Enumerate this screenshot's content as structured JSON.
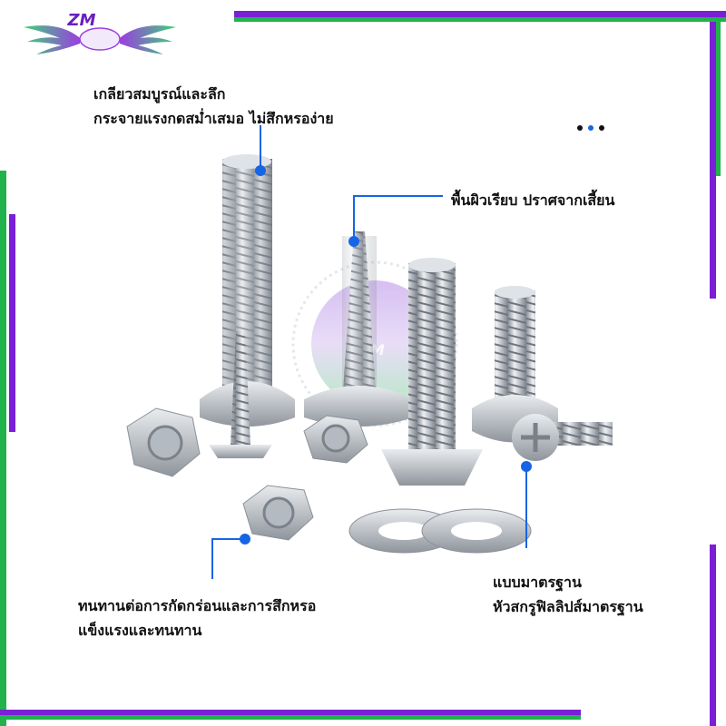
{
  "logo": {
    "text": "ZM"
  },
  "watermark": {
    "text": "ZM"
  },
  "labels": {
    "thread": {
      "line1": "เกลียวสมบูรณ์และลึก",
      "line2": "กระจายแรงกดสม่ำเสมอ ไม่สึกหรอง่าย"
    },
    "surface": {
      "line1": "พื้นผิวเรียบ ปราศจากเสี้ยน"
    },
    "durable": {
      "line1": "ทนทานต่อการกัดกร่อนและการสึกหรอ",
      "line2": "แข็งแรงและทนทาน"
    },
    "standard": {
      "line1": "แบบมาตรฐาน",
      "line2": "หัวสกรูฟิลลิปส์มาตรฐาน"
    }
  },
  "colors": {
    "accent_purple": "#7b1fd6",
    "accent_green": "#22b24c",
    "callout_blue": "#1565e6",
    "metal": "#c8ccd2"
  },
  "icons": [
    "zm-wings-logo",
    "more-dots-icon"
  ]
}
